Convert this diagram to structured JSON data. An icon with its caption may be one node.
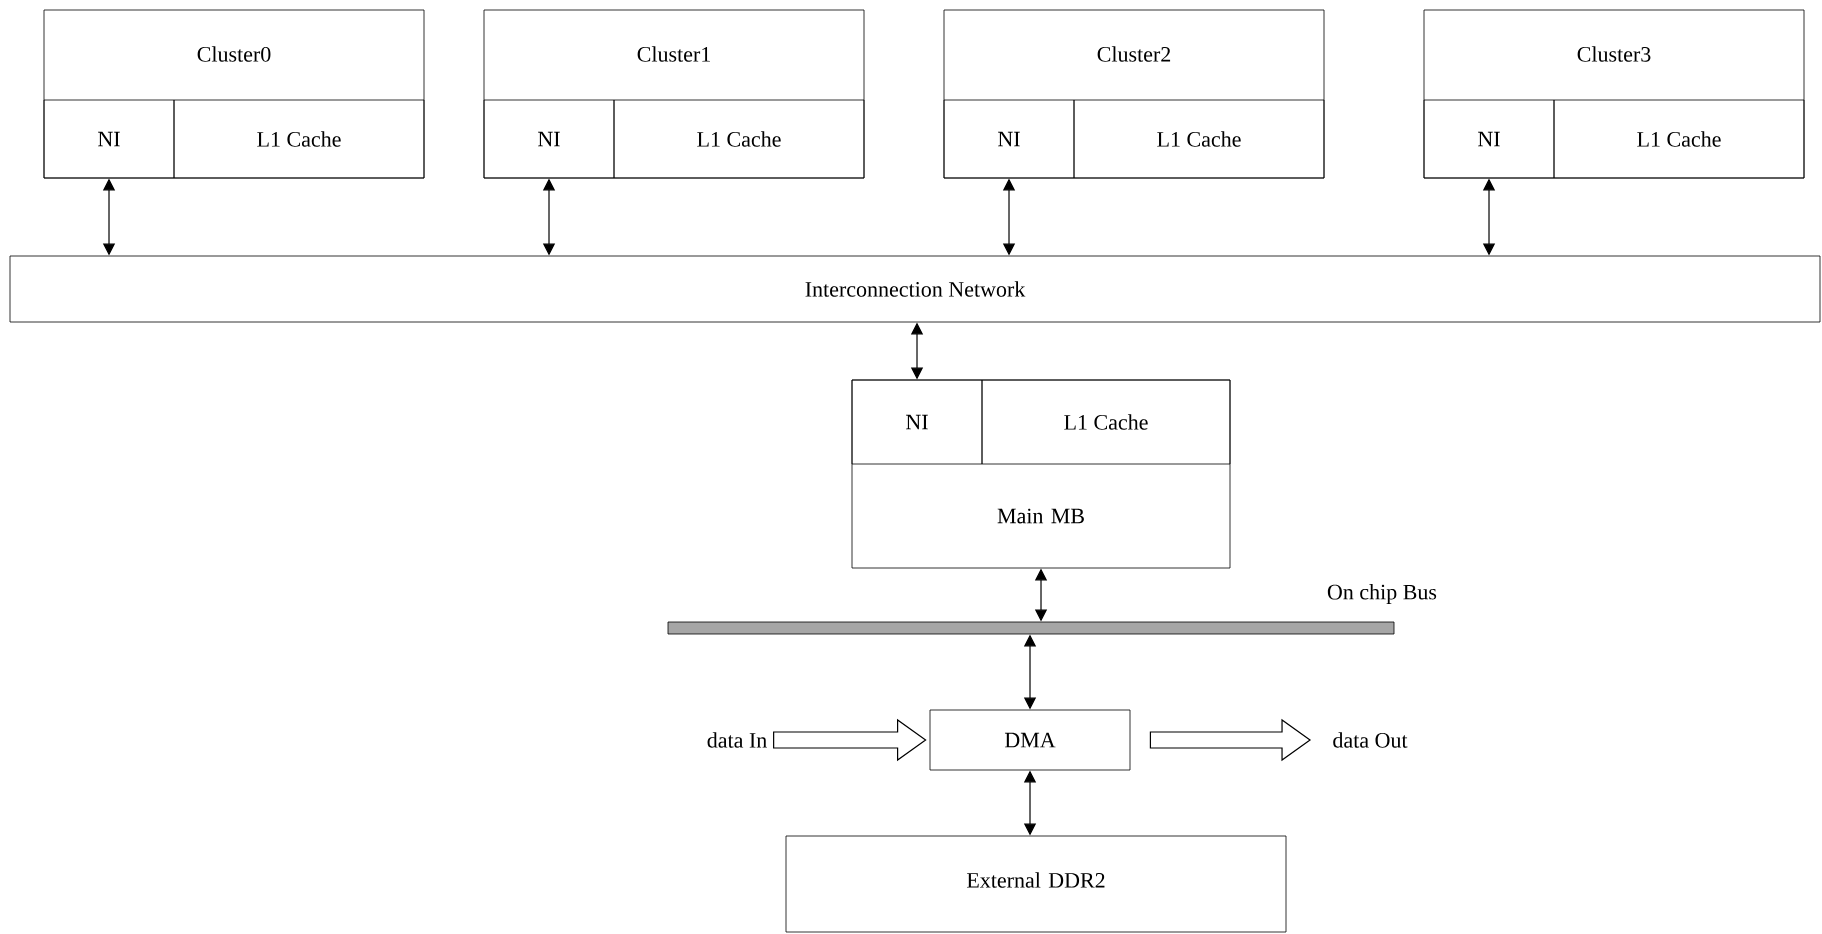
{
  "diagram": {
    "nodes": [
      {
        "text": [
          "Cluster0"
        ]
      },
      {
        "text": [
          "NI"
        ],
        "in": 0
      },
      {
        "text": [
          "L1 Cache"
        ],
        "in": 0
      },
      {
        "text": [
          "Cluster1"
        ]
      },
      {
        "text": [
          "NI"
        ],
        "in": 3
      },
      {
        "text": [
          "L1 Cache"
        ],
        "in": 3
      },
      {
        "text": [
          "Cluster2"
        ]
      },
      {
        "text": [
          "NI"
        ],
        "in": 6
      },
      {
        "text": [
          "L1 Cache"
        ],
        "in": 6
      },
      {
        "text": [
          "Cluster3"
        ]
      },
      {
        "text": [
          "NI"
        ],
        "in": 9
      },
      {
        "text": [
          "L1 Cache"
        ],
        "in": 9
      },
      {
        "text": [
          "Interconnection Network"
        ]
      },
      {
        "text": [
          "Main MB"
        ]
      },
      {
        "text": [
          "NI"
        ],
        "in": 13
      },
      {
        "text": [
          "L1 Cache"
        ],
        "in": 13
      },
      {
        "text": [],
        "shape": "bar",
        "beside": [
          "On chip Bus"
        ]
      },
      {
        "text": [
          "DMA"
        ]
      },
      {
        "text": [
          "External DDR2"
        ]
      },
      {
        "text": [
          "data In"
        ]
      },
      {
        "text": [
          "data Out"
        ]
      }
    ],
    "edges": [
      {
        "from": 1,
        "to": 12,
        "arrow": "both"
      },
      {
        "from": 4,
        "to": 12,
        "arrow": "both"
      },
      {
        "from": 7,
        "to": 12,
        "arrow": "both"
      },
      {
        "from": 10,
        "to": 12,
        "arrow": "both"
      },
      {
        "from": 12,
        "to": 14,
        "arrow": "both"
      },
      {
        "from": 13,
        "to": 16,
        "arrow": "both"
      },
      {
        "from": 16,
        "to": 17,
        "arrow": "both"
      },
      {
        "from": 17,
        "to": 18,
        "arrow": "both"
      },
      {
        "from": 19,
        "to": 17,
        "arrow": "to",
        "style": "thick"
      },
      {
        "from": 17,
        "to": 20,
        "arrow": "to",
        "style": "thick"
      }
    ]
  }
}
